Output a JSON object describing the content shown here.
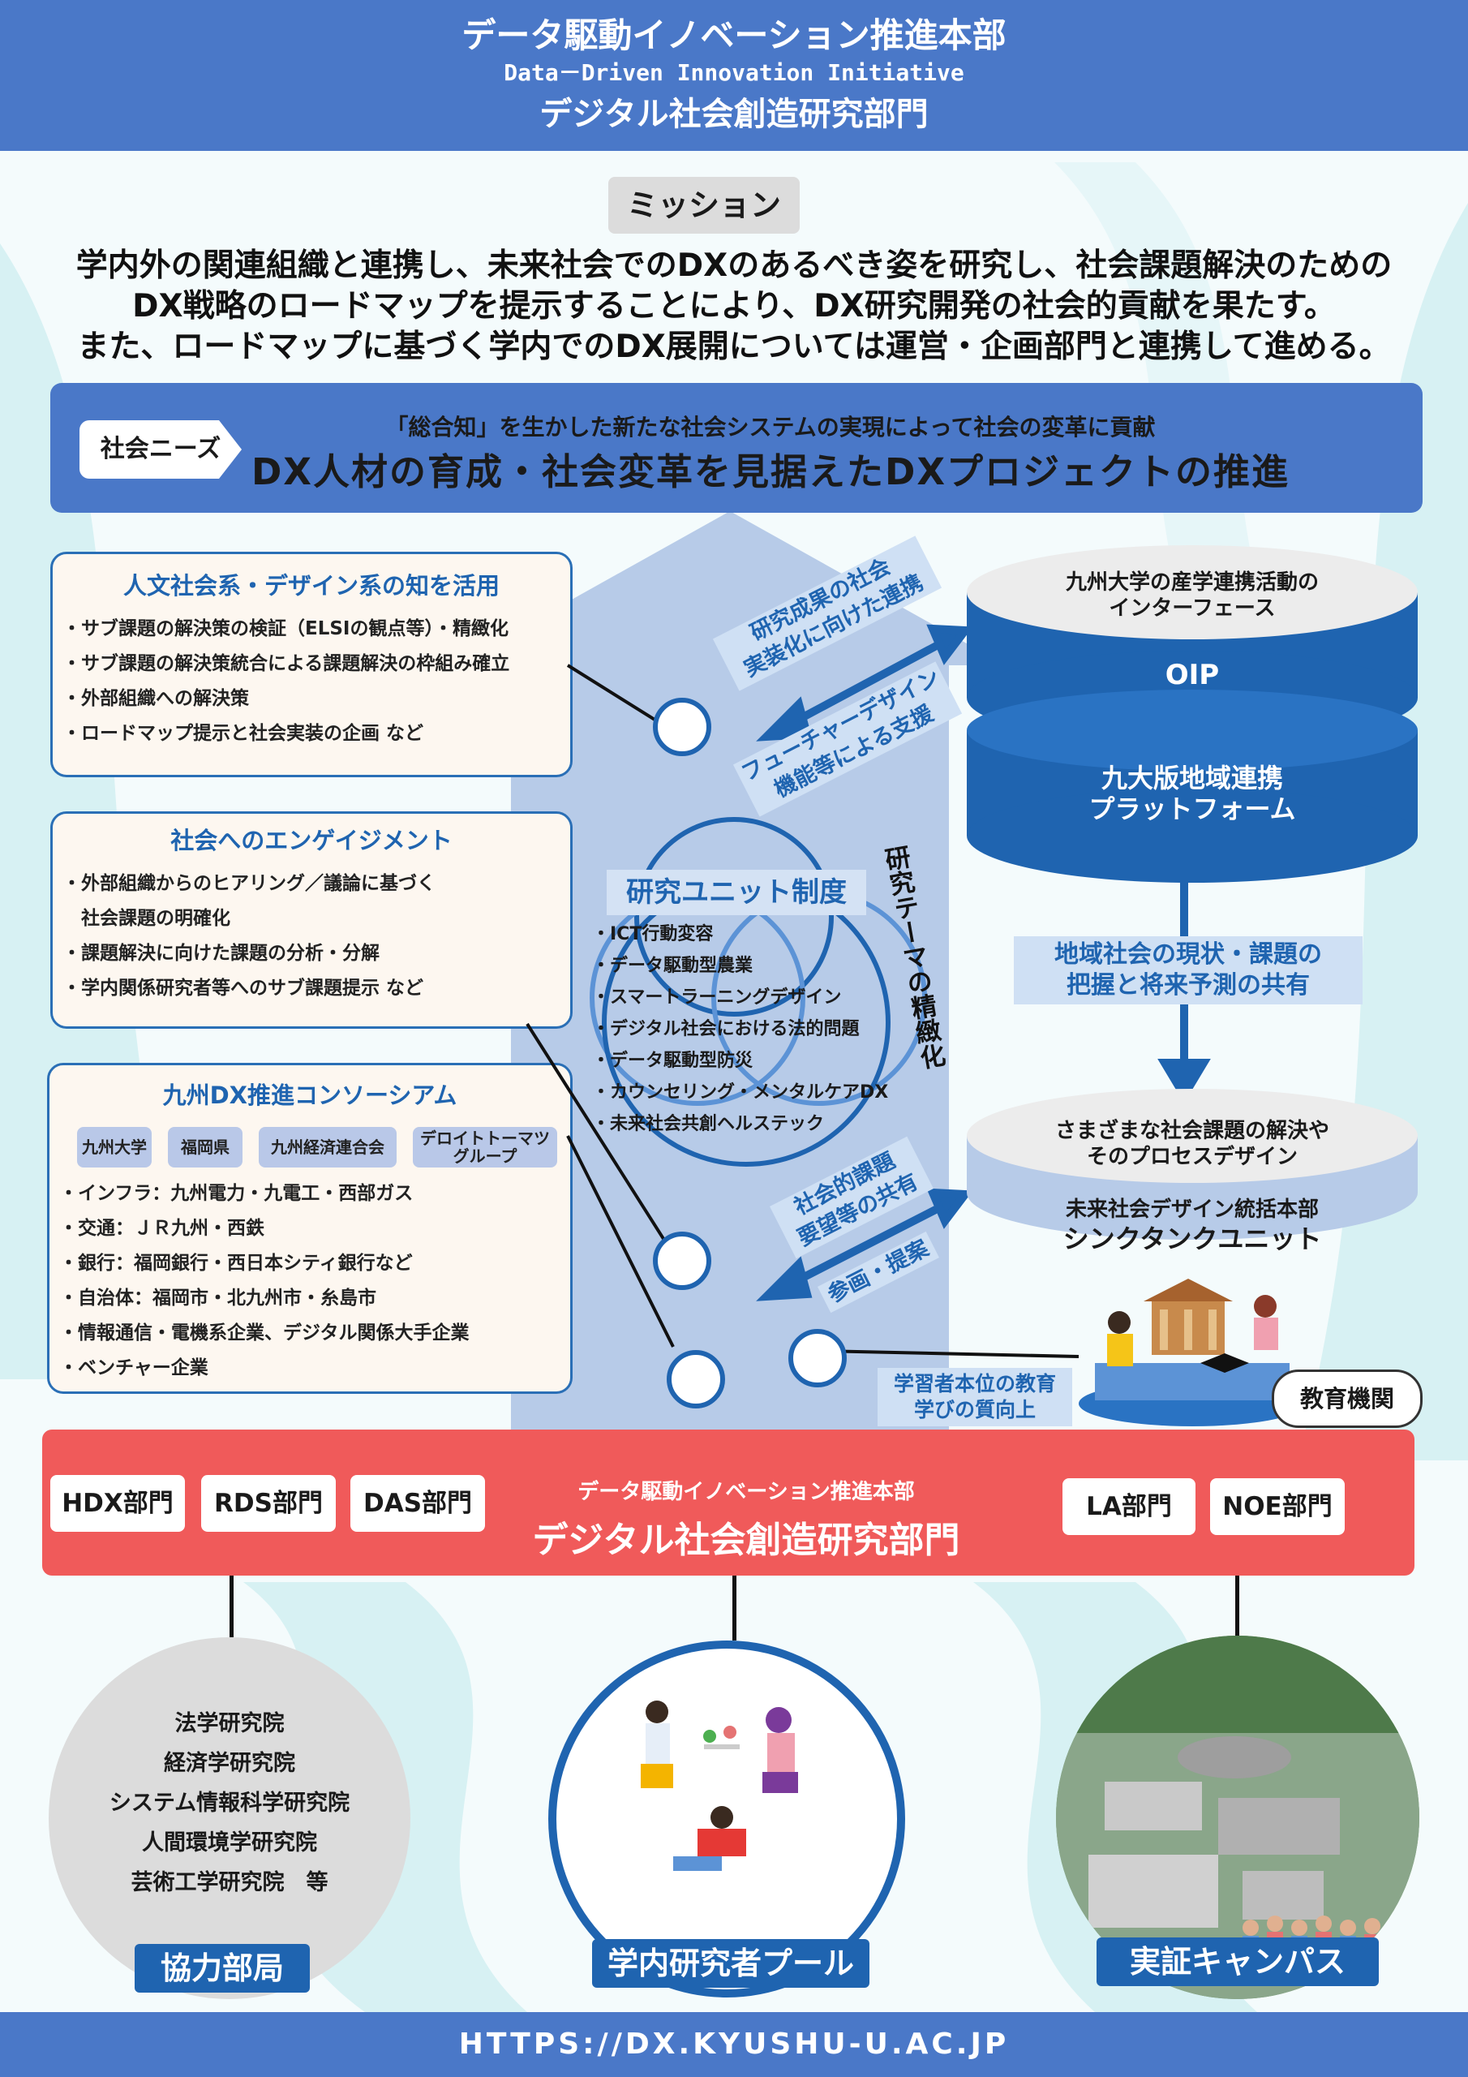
{
  "header": {
    "title": "データ駆動イノベーション推進本部",
    "subtitle_en": "Data－Driven Innovation Initiative",
    "title2": "デジタル社会創造研究部門"
  },
  "mission": {
    "label": "ミッション",
    "lines": [
      "学内外の関連組織と連携し、未来社会でのDXのあるべき姿を研究し、社会課題解決のための",
      "DX戦略のロードマップを提示することにより、DX研究開発の社会的貢献を果たす。",
      "また、ロードマップに基づく学内でのDX展開については運営・企画部門と連携して進める。"
    ]
  },
  "banner": {
    "needs_label": "社会ニーズ",
    "subtitle": "「総合知」を生かした新たな社会システムの実現によって社会の変革に貢献",
    "title": "DX人材の育成・社会変革を見据えたDXプロジェクトの推進"
  },
  "box_humanities": {
    "title": "人文社会系・デザイン系の知を活用",
    "items": [
      "・サブ課題の解決策の検証（ELSIの観点等）・精緻化",
      "・サブ課題の解決策統合による課題解決の枠組み確立",
      "・外部組織への解決策",
      "・ロードマップ提示と社会実装の企画 など"
    ]
  },
  "box_engagement": {
    "title": "社会へのエンゲイジメント",
    "items": [
      "・外部組織からのヒアリング／議論に基づく",
      "　社会課題の明確化",
      "・課題解決に向けた課題の分析・分解",
      "・学内関係研究者等へのサブ課題提示 など"
    ]
  },
  "box_consortium": {
    "title": "九州DX推進コンソーシアム",
    "tags": [
      "九州大学",
      "福岡県",
      "九州経済連合会",
      "デロイトトーマツ",
      "グループ"
    ],
    "items": [
      "・インフラ：九州電力・九電工・西部ガス",
      "・交通：ＪＲ九州・西鉄",
      "・銀行：福岡銀行・西日本シティ銀行など",
      "・自治体：福岡市・北九州市・糸島市",
      "・情報通信・電機系企業、デジタル関係大手企業",
      "・ベンチャー企業"
    ]
  },
  "research_units": {
    "title": "研究ユニット制度",
    "items": [
      "・ICT行動変容",
      "・データ駆動型農業",
      "・スマートラーニングデザイン",
      "・デジタル社会における法的問題",
      "・データ駆動型防災",
      "・カウンセリング・メンタルケアDX",
      "・未来社会共創ヘルステック"
    ],
    "side_label": "研究テーマの精緻化"
  },
  "arrows": {
    "top_upper": [
      "研究成果の社会",
      "実装化に向けた連携"
    ],
    "top_lower": [
      "フューチャーデザイン",
      "機能等による支援"
    ],
    "middle": [
      "地域社会の現状・課題の",
      "把握と将来予測の共有"
    ],
    "bottom_upper": [
      "社会的課題",
      "要望等の共有"
    ],
    "bottom_lower": "参画・提案",
    "edu": [
      "学習者本位の教育",
      "学びの質向上"
    ]
  },
  "cylinders": {
    "oip_top": [
      "九州大学の産学連携活動の",
      "インターフェース"
    ],
    "oip": "OIP",
    "platform": [
      "九大版地域連携",
      "プラットフォーム"
    ],
    "think_top": [
      "さまざまな社会課題の解決や",
      "そのプロセスデザイン"
    ],
    "think_1": "未来社会デザイン統括本部",
    "think_2": "シンクタンクユニット"
  },
  "education_label": "教育機関",
  "red_band": {
    "depts_left": [
      "HDX部門",
      "RDS部門",
      "DAS部門"
    ],
    "depts_right": [
      "LA部門",
      "NOE部門"
    ],
    "subtitle": "データ駆動イノベーション推進本部",
    "title": "デジタル社会創造研究部門"
  },
  "cooperating": {
    "items": [
      "法学研究院",
      "経済学研究院",
      "システム情報科学研究院",
      "人間環境学研究院",
      "芸術工学研究院　等"
    ],
    "label": "協力部局"
  },
  "pool_label": "学内研究者プール",
  "campus_label": "実証キャンパス",
  "footer": "HTTPS://DX.KYUSHU-U.AC.JP",
  "colors": {
    "primary": "#4a78c8",
    "dark_blue": "#1f64b0",
    "red": "#f05a5a",
    "cream": "#fdf7f0"
  }
}
